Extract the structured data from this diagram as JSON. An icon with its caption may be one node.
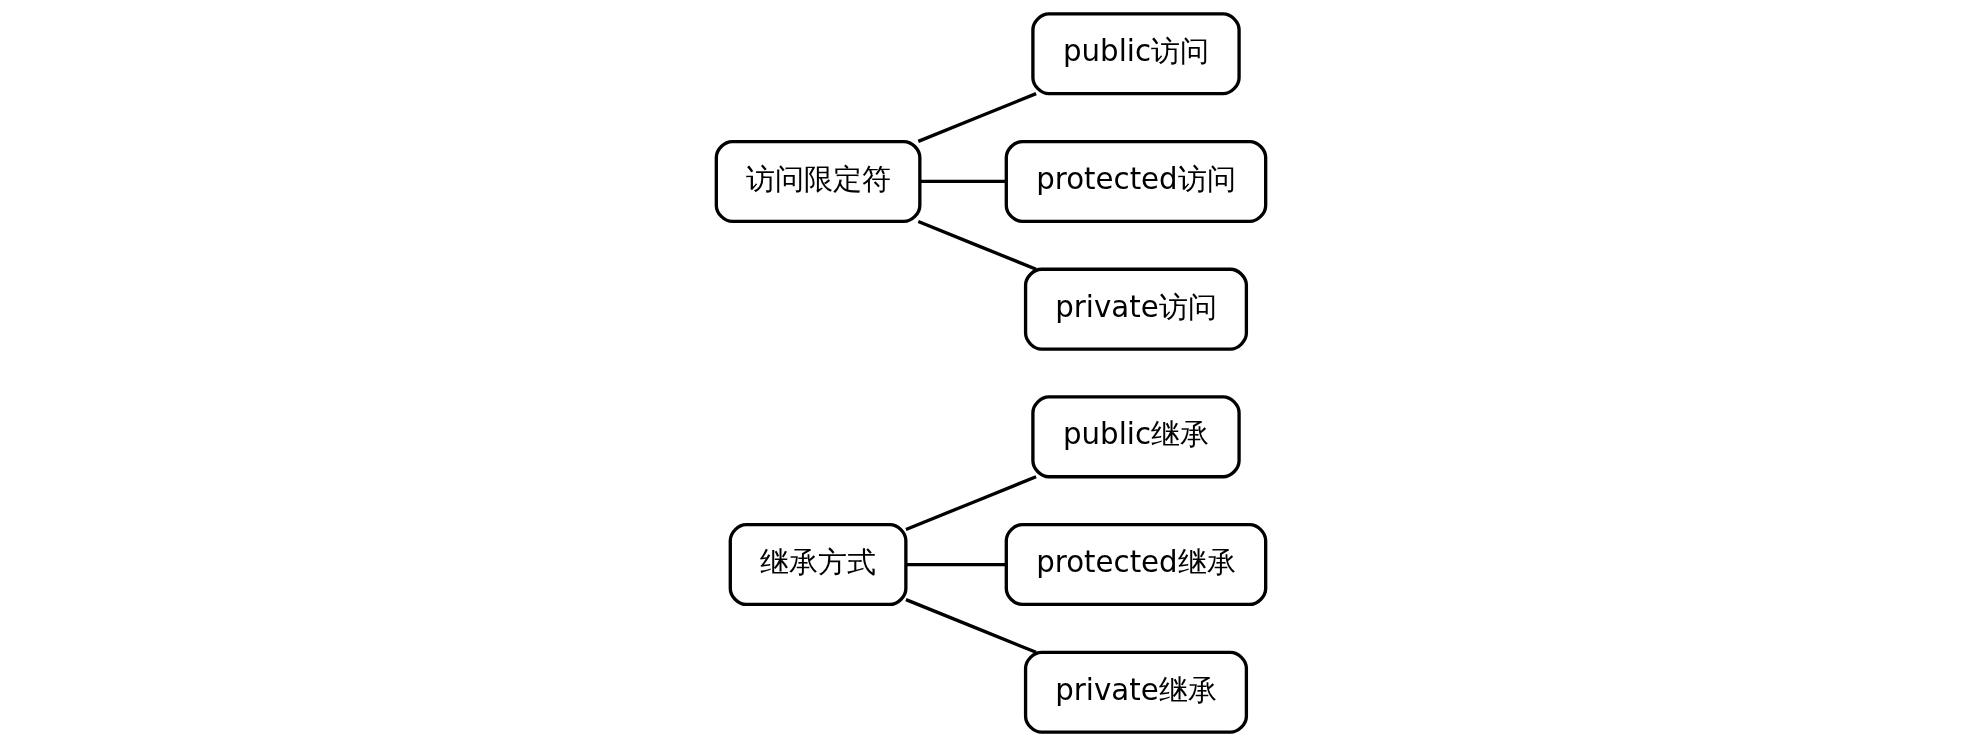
{
  "diagram": {
    "nodes": [
      {
        "text": [
          "继承方式"
        ]
      },
      {
        "text": [
          "public继承"
        ]
      },
      {
        "text": [
          "protected继承"
        ]
      },
      {
        "text": [
          "private继承"
        ]
      },
      {
        "text": [
          "访问限定符"
        ]
      },
      {
        "text": [
          "public访问"
        ]
      },
      {
        "text": [
          "protected访问"
        ]
      },
      {
        "text": [
          "private访问"
        ]
      }
    ],
    "edges": [
      {
        "from": 0,
        "to": 1,
        "arrow": "none"
      },
      {
        "from": 0,
        "to": 2,
        "arrow": "none"
      },
      {
        "from": 0,
        "to": 3,
        "arrow": "none"
      },
      {
        "from": 4,
        "to": 5,
        "arrow": "none"
      },
      {
        "from": 4,
        "to": 6,
        "arrow": "none"
      },
      {
        "from": 4,
        "to": 7,
        "arrow": "none"
      }
    ]
  }
}
